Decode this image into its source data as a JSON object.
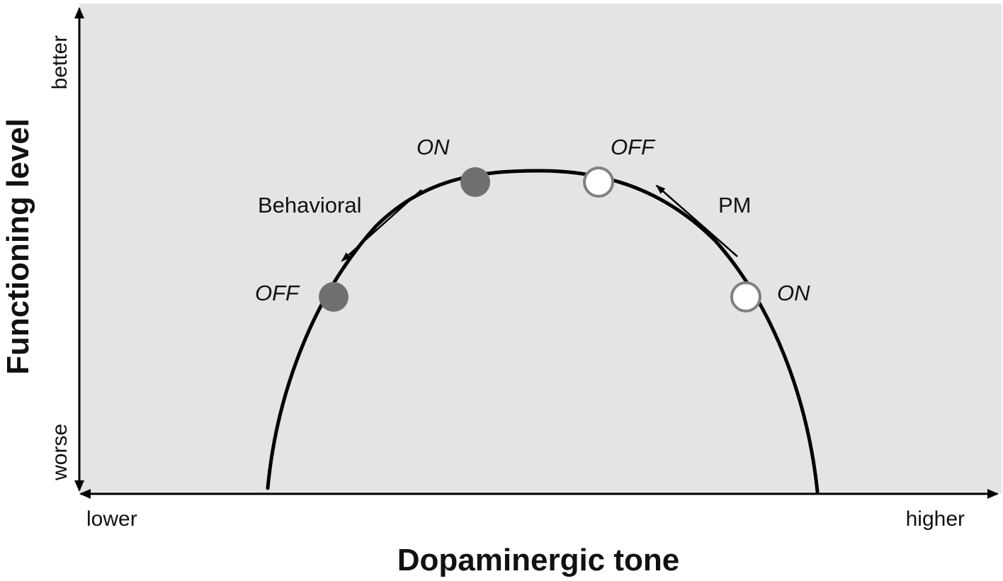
{
  "colors": {
    "background": "#ffffff",
    "plot_area": "#e4e4e4",
    "filled_marker": "#707070",
    "open_marker_stroke": "#808080",
    "open_marker_fill": "#ffffff",
    "ink": "#000000"
  },
  "y_axis": {
    "title": "Functioning level",
    "top_label": "better",
    "bottom_label": "worse"
  },
  "x_axis": {
    "title": "Dopaminergic tone",
    "left_label": "lower",
    "right_label": "higher"
  },
  "curve": {
    "shape": "inverted-U"
  },
  "markers": {
    "behavioral_on": {
      "label": "ON",
      "style": "filled"
    },
    "behavioral_off": {
      "label": "OFF",
      "style": "filled"
    },
    "pm_off": {
      "label": "OFF",
      "style": "open"
    },
    "pm_on": {
      "label": "ON",
      "style": "open"
    }
  },
  "arrows": {
    "behavioral": {
      "label": "Behavioral",
      "direction": "down-left"
    },
    "pm": {
      "label": "PM",
      "direction": "up-left"
    }
  }
}
